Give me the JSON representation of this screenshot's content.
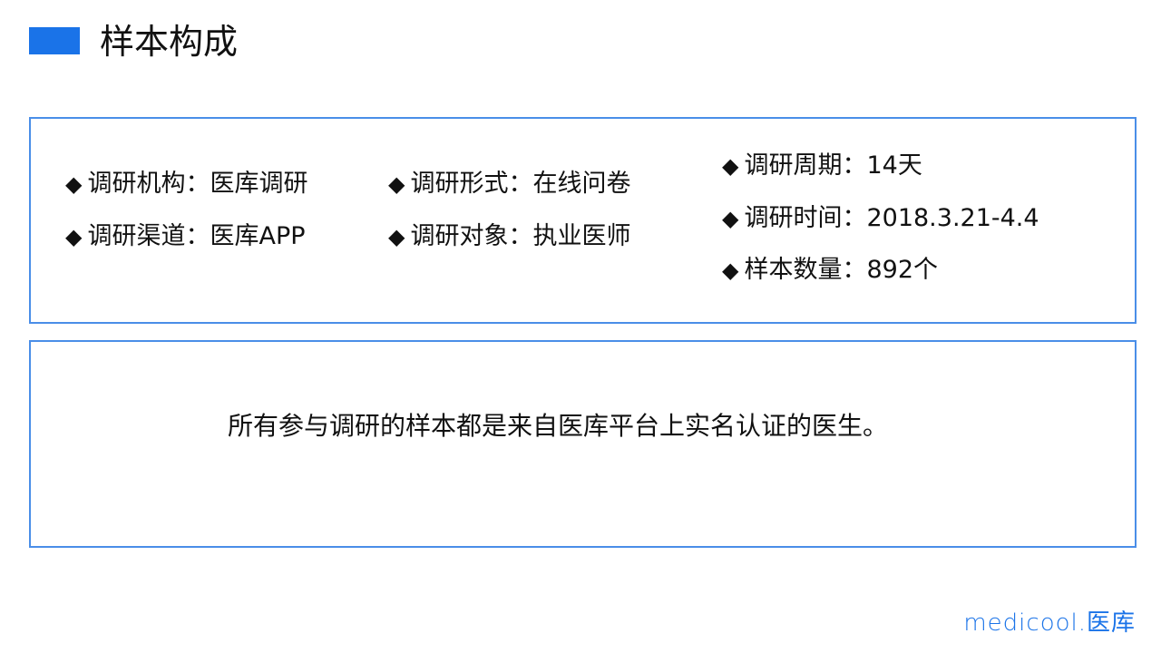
{
  "header": {
    "title": "样本构成"
  },
  "info": {
    "bullet": "◆",
    "col1": [
      "调研机构：医库调研",
      "调研渠道：医库APP"
    ],
    "col2": [
      "调研形式：在线问卷",
      "调研对象：执业医师"
    ],
    "col3": [
      "调研周期：14天",
      "调研时间：2018.3.21-4.4",
      "样本数量：892个"
    ]
  },
  "note": "所有参与调研的样本都是来自医库平台上实名认证的医生。",
  "logo": "medicool.医库",
  "colors": {
    "accent": "#1a73e8",
    "border": "#4a8ee8"
  }
}
